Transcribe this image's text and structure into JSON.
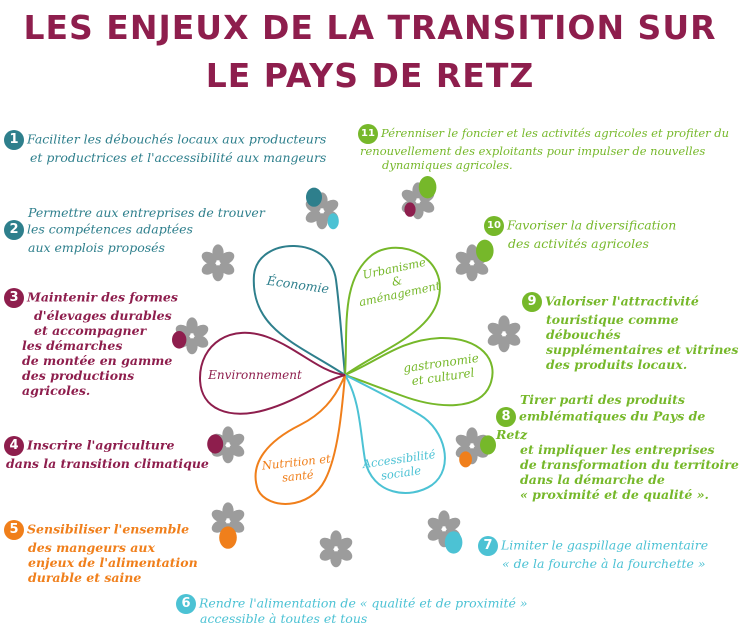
{
  "title": {
    "line1": "LES ENJEUX DE LA TRANSITION SUR",
    "line2": "LE PAYS DE RETZ"
  },
  "colors": {
    "title": "#8e1e4d",
    "teal": "#2e7f8c",
    "green": "#76b82a",
    "aqua": "#4cc2d4",
    "orange": "#f07f1b",
    "plum": "#8e1e4d",
    "grey": "#9c9c9c"
  },
  "petals": {
    "economie": "Économie",
    "urbanisme_1": "Urbanisme",
    "urbanisme_2": "&",
    "urbanisme_3": "aménagement",
    "gastronomie_1": "gastronomie",
    "gastronomie_2": "et culturel",
    "accessibilite_1": "Accessibilité",
    "accessibilite_2": "sociale",
    "nutrition_1": "Nutrition et",
    "nutrition_2": "santé",
    "environnement": "Environnement"
  },
  "goals": [
    {
      "num": "1",
      "color": "#2e7f8c",
      "lines": [
        "Faciliter les débouchés locaux aux producteurs",
        "et productrices et l'accessibilité aux mangeurs"
      ]
    },
    {
      "num": "2",
      "color": "#2e7f8c",
      "lines": [
        "Permettre aux entreprises de trouver",
        "les compétences adaptées",
        "aux emplois proposés"
      ]
    },
    {
      "num": "3",
      "color": "#8e1e4d",
      "lines": [
        "Maintenir des formes",
        "d'élevages durables",
        "et accompagner",
        "les démarches",
        "de montée en gamme",
        "des productions",
        "agricoles."
      ]
    },
    {
      "num": "4",
      "color": "#8e1e4d",
      "lines": [
        "Inscrire l'agriculture",
        "dans la transition climatique"
      ]
    },
    {
      "num": "5",
      "color": "#f07f1b",
      "lines": [
        "Sensibiliser l'ensemble",
        "des mangeurs aux",
        "enjeux de l'alimentation",
        "durable et saine"
      ]
    },
    {
      "num": "6",
      "color": "#4cc2d4",
      "lines": [
        "Rendre l'alimentation de « qualité et de proximité »",
        "accessible à toutes et tous"
      ]
    },
    {
      "num": "7",
      "color": "#4cc2d4",
      "lines": [
        "Limiter le gaspillage alimentaire",
        "« de la fourche à la fourchette »"
      ]
    },
    {
      "num": "8",
      "color": "#76b82a",
      "lines": [
        "Tirer parti des produits",
        "emblématiques du Pays de Retz",
        "et impliquer les entreprises",
        "de transformation du territoire",
        "dans la démarche de",
        "« proximité et de qualité »."
      ]
    },
    {
      "num": "9",
      "color": "#76b82a",
      "lines": [
        "Valoriser l'attractivité",
        "touristique comme débouchés",
        "supplémentaires et vitrines",
        "des produits locaux."
      ]
    },
    {
      "num": "10",
      "color": "#76b82a",
      "lines": [
        "Favoriser la diversification",
        "des activités agricoles"
      ]
    },
    {
      "num": "11",
      "color": "#76b82a",
      "lines": [
        "Pérenniser le foncier et les activités agricoles et profiter du",
        "renouvellement des exploitants pour impulser de nouvelles",
        "dynamiques agricoles."
      ]
    }
  ]
}
